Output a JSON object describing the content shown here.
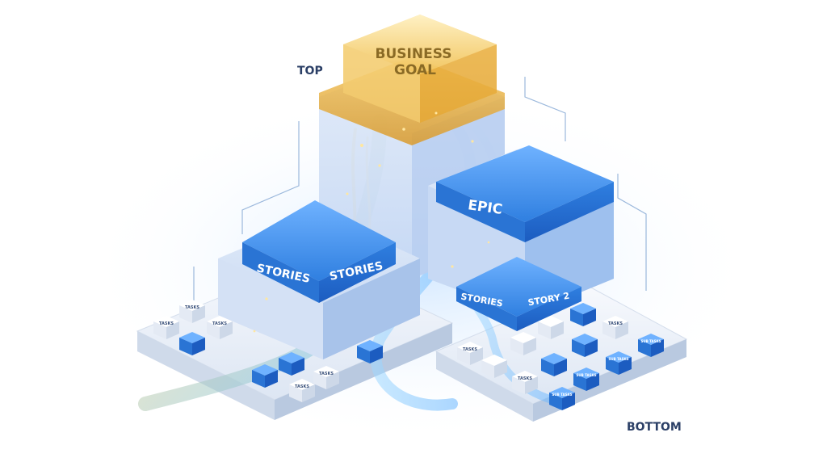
{
  "labels": {
    "top": "TOP",
    "bottom": "BOTTOM",
    "business_goal_line1": "BUSINESS",
    "business_goal_line2": "GOAL",
    "epic": "EPIC",
    "stories_left_a": "STORIES",
    "stories_left_b": "STORIES",
    "stories_right_a": "STORIES",
    "story_2": "STORY 2",
    "tasks": "TASKS",
    "sub_tasks": "SUB TASKS"
  },
  "colors": {
    "gold": "#f2c45a",
    "gold_dark": "#b8862c",
    "blue": "#2f7fe0",
    "blue_dark": "#1f5fc0",
    "platform": "#eef2f8",
    "label_navy": "#2b3f66"
  }
}
